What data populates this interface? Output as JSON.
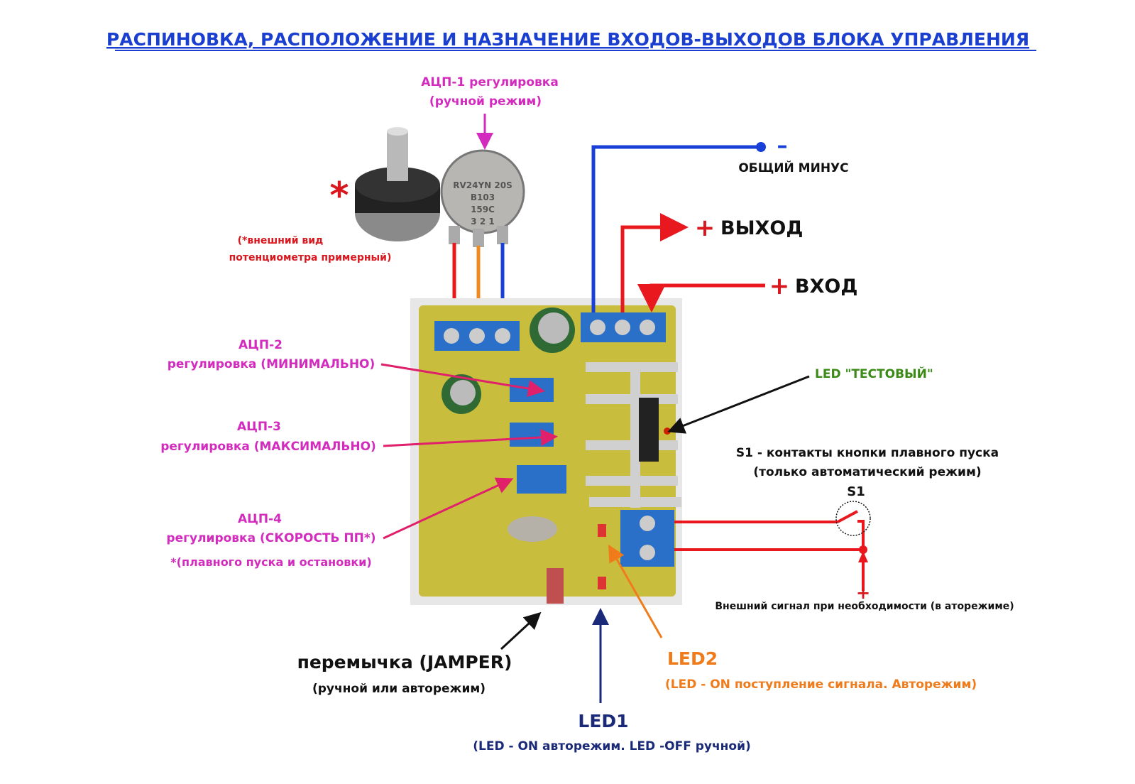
{
  "title": "РАСПИНОВКА, РАСПОЛОЖЕНИЕ И НАЗНАЧЕНИЕ ВХОДОВ-ВЫХОДОВ БЛОКА УПРАВЛЕНИЯ",
  "adc1": {
    "line1": "АЦП-1 регулировка",
    "line2": "(ручной режим)"
  },
  "pot_note": {
    "star": "*",
    "line1": "(*внешний вид",
    "line2": "потенциометра примерный)"
  },
  "pot_marking": [
    "RV24YN 20S",
    "B103",
    "159C",
    "3  2  1"
  ],
  "common_minus": {
    "sign": "–",
    "label": "ОБЩИЙ МИНУС"
  },
  "output": {
    "sign": "+",
    "label": "ВЫХОД"
  },
  "input": {
    "sign": "+",
    "label": "ВХОД"
  },
  "adc2": {
    "line1": "АЦП-2",
    "line2": "регулировка (МИНИМАЛЬНО)"
  },
  "adc3": {
    "line1": "АЦП-3",
    "line2": "регулировка (МАКСИМАЛЬНО)"
  },
  "adc4": {
    "line1": "АЦП-4",
    "line2": "регулировка (СКОРОСТЬ ПП*)",
    "note": "*(плавного пуска и остановки)"
  },
  "led_test": "LED \"ТЕСТОВЫЙ\"",
  "s1": {
    "line1": "S1 - контакты кнопки плавного пуска",
    "line2": "(только автоматический режим)",
    "label": "S1"
  },
  "external": {
    "sign": "+",
    "label": "Внешний сигнал при необходимости (в аторежиме)"
  },
  "jumper": {
    "line1": "перемычка (JAMPER)",
    "line2": "(ручной или авторежим)"
  },
  "led2": {
    "title": "LED2",
    "desc": "(LED - ON поступление сигнала. Авторежим)"
  },
  "led1": {
    "title": "LED1",
    "desc": "(LED - ON авторежим. LED -OFF ручной)"
  },
  "colors": {
    "title": "#1a3fd0",
    "adc": "#d22bbd",
    "power": "#e8181e",
    "minus": "#1840d8",
    "test_led": "#3b8a16",
    "led2": "#ef7b1b",
    "led1": "#1b2a78"
  }
}
